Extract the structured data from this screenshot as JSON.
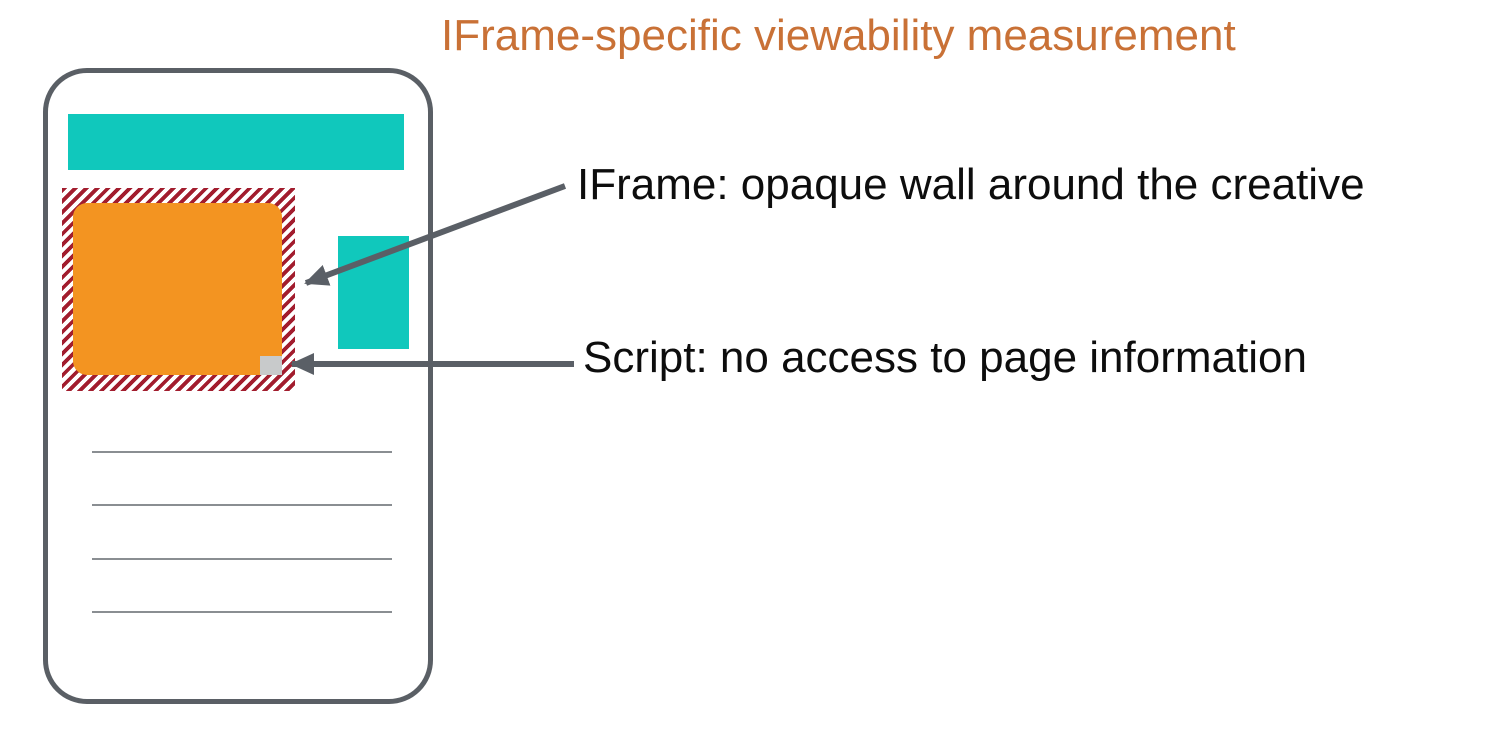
{
  "title": "IFrame-specific viewability measurement",
  "annotations": {
    "iframe_label": "IFrame: opaque wall around the creative",
    "script_label": "Script: no access to page information"
  },
  "diagram": {
    "text_line_count": 4
  },
  "colors": {
    "title_orange": "#c97136",
    "teal": "#10c8bc",
    "orange": "#f39421",
    "hatch_red": "#a21d2e",
    "frame_gray": "#5a5f65",
    "arrow_gray": "#5a5f66",
    "script_gray": "#c8cacb",
    "line_gray": "#8a8e92"
  }
}
